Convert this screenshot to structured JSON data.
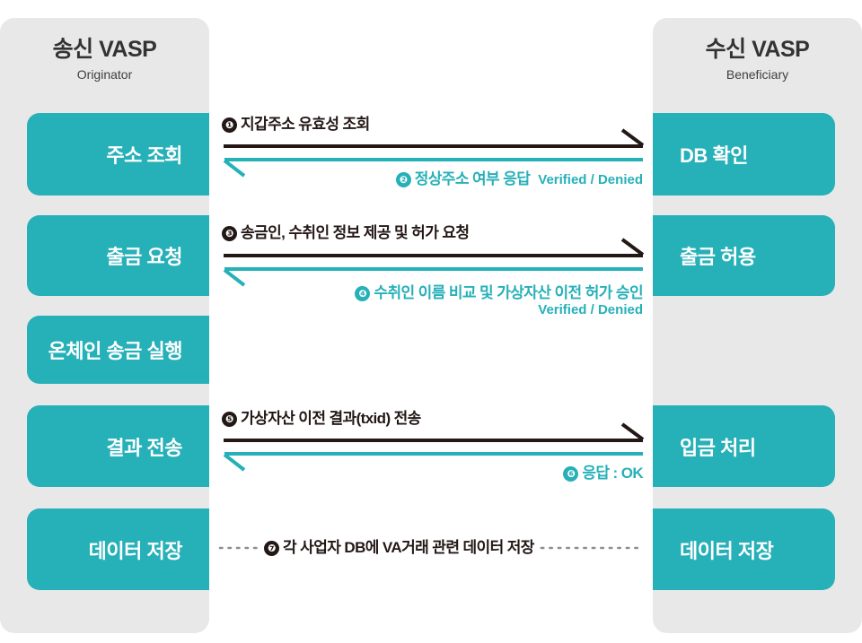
{
  "colors": {
    "panel_bg": "#e8e8e8",
    "stage_fill": "#26b0b8",
    "accent_teal": "#26b0b8",
    "dark": "#231815",
    "page_bg": "#ffffff"
  },
  "left_panel": {
    "title_ko": "송신 VASP",
    "title_en": "Originator",
    "stages": [
      {
        "label": "주소 조회"
      },
      {
        "label": "출금 요청"
      },
      {
        "label": "온체인 송금 실행"
      },
      {
        "label": "결과 전송"
      },
      {
        "label": "데이터 저장"
      }
    ]
  },
  "right_panel": {
    "title_ko": "수신 VASP",
    "title_en": "Beneficiary",
    "stages": [
      {
        "label": "DB 확인"
      },
      {
        "label": "출금 허용"
      },
      {
        "label": "입금 처리"
      },
      {
        "label": "데이터 저장"
      }
    ]
  },
  "messages": [
    {
      "number": "❶",
      "text": "지갑주소 유효성 조회",
      "suffix": "",
      "direction": "right",
      "color": "dark"
    },
    {
      "number": "❷",
      "text": "정상주소 여부 응답",
      "suffix": "Verified / Denied",
      "direction": "left",
      "color": "teal"
    },
    {
      "number": "❸",
      "text": "송금인, 수취인 정보 제공 및 허가 요청",
      "suffix": "",
      "direction": "right",
      "color": "dark"
    },
    {
      "number": "❹",
      "text": "수취인 이름 비교 및 가상자산 이전 허가 승인",
      "suffix": "Verified / Denied",
      "direction": "left",
      "color": "teal"
    },
    {
      "number": "❺",
      "text": "가상자산 이전 결과(txid) 전송",
      "suffix": "",
      "direction": "right",
      "color": "dark"
    },
    {
      "number": "❻",
      "text": "응답 : OK",
      "suffix": "",
      "direction": "left",
      "color": "teal"
    },
    {
      "number": "❼",
      "text": "각 사업자 DB에 VA거래 관련 데이터 저장",
      "suffix": "",
      "direction": "dotted",
      "color": "dark"
    }
  ]
}
